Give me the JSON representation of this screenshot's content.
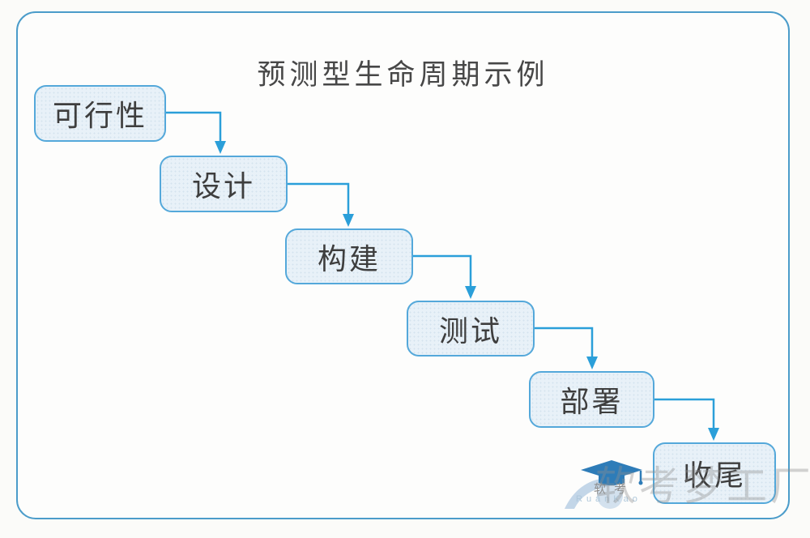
{
  "title": "预测型生命周期示例",
  "stages": [
    {
      "label": "可行性"
    },
    {
      "label": "设计"
    },
    {
      "label": "构建"
    },
    {
      "label": "测试"
    },
    {
      "label": "部署"
    },
    {
      "label": "收尾"
    }
  ],
  "watermark": {
    "big_text": "软考梦工厂",
    "logo_cn": "软考",
    "logo_en": "RuanKao"
  },
  "colors": {
    "frame_border": "#4b9cca",
    "box_border": "#54a8da",
    "box_fill": "#e8f1f8",
    "arrow": "#2b9fd9",
    "title_text": "#474747",
    "watermark_gray": "#8f8f8f",
    "logo_blue": "#2e7cb8",
    "logo_light_blue": "#b8cfe4"
  }
}
